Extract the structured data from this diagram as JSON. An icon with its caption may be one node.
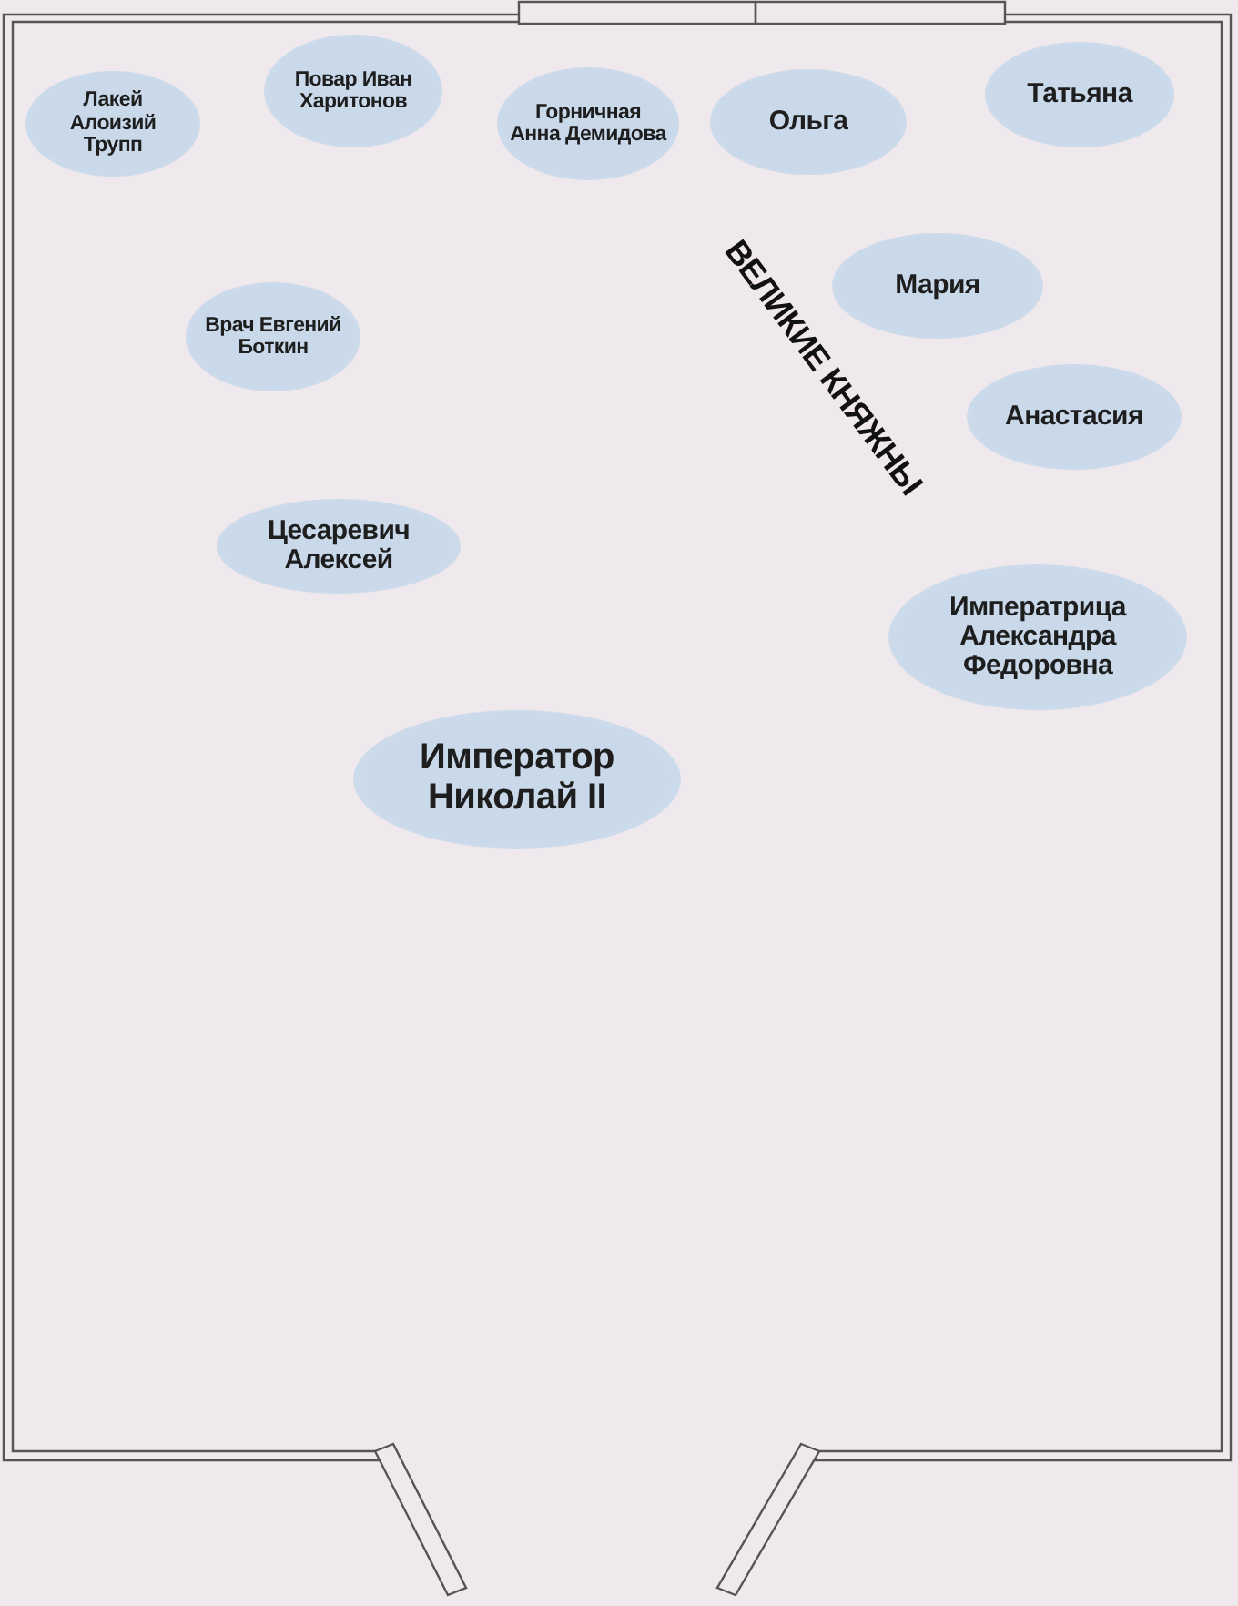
{
  "diagram": {
    "nodes": [
      {
        "text": [
          "Лакей Алоизий Трупп"
        ]
      },
      {
        "text": [
          "Повар Иван Харитонов"
        ]
      },
      {
        "text": [
          "Горничная Анна Демидова"
        ]
      },
      {
        "text": [
          "Ольга"
        ]
      },
      {
        "text": [
          "Татьяна"
        ]
      },
      {
        "text": [
          "Мария"
        ]
      },
      {
        "text": [
          "Анастасия"
        ]
      },
      {
        "text": [
          "Врач Евгений Боткин"
        ]
      },
      {
        "text": [
          "Цесаревич Алексей"
        ]
      },
      {
        "text": [
          "Императрица Александра Федоровна"
        ]
      },
      {
        "text": [
          "Император Николай II"
        ]
      }
    ],
    "labels": [
      "ВЕЛИКИЕ КНЯЖНЫ"
    ]
  }
}
